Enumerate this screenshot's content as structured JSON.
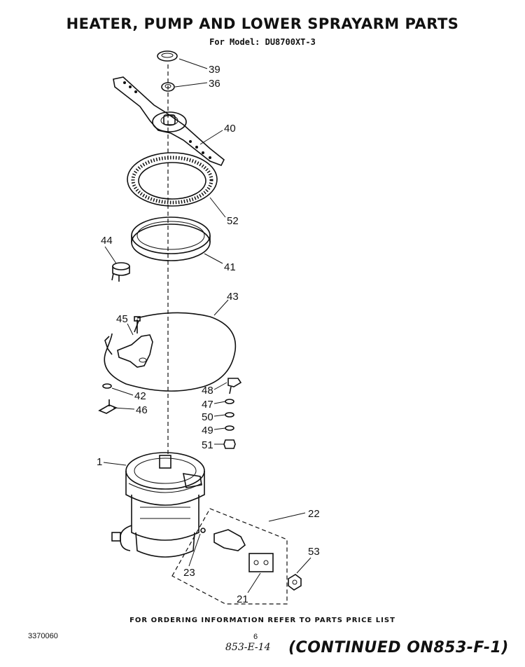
{
  "header": {
    "title": "HEATER, PUMP AND LOWER SPRAYARM  PARTS",
    "subtitle": "For Model: DU8700XT-3"
  },
  "footer": {
    "ordering_note": "FOR ORDERING INFORMATION REFER TO PARTS PRICE LIST",
    "doc_number": "3370060",
    "page_number": "6",
    "handwritten_ref": "853-E-14",
    "continued_note": "(CONTINUED ON853-F-1)"
  },
  "callouts": {
    "p39": "39",
    "p36": "36",
    "p40": "40",
    "p52": "52",
    "p44": "44",
    "p41": "41",
    "p43": "43",
    "p45": "45",
    "p42": "42",
    "p46": "46",
    "p48": "48",
    "p47": "47",
    "p50": "50",
    "p49": "49",
    "p51": "51",
    "p1": "1",
    "p22": "22",
    "p53": "53",
    "p23": "23",
    "p21": "21"
  }
}
